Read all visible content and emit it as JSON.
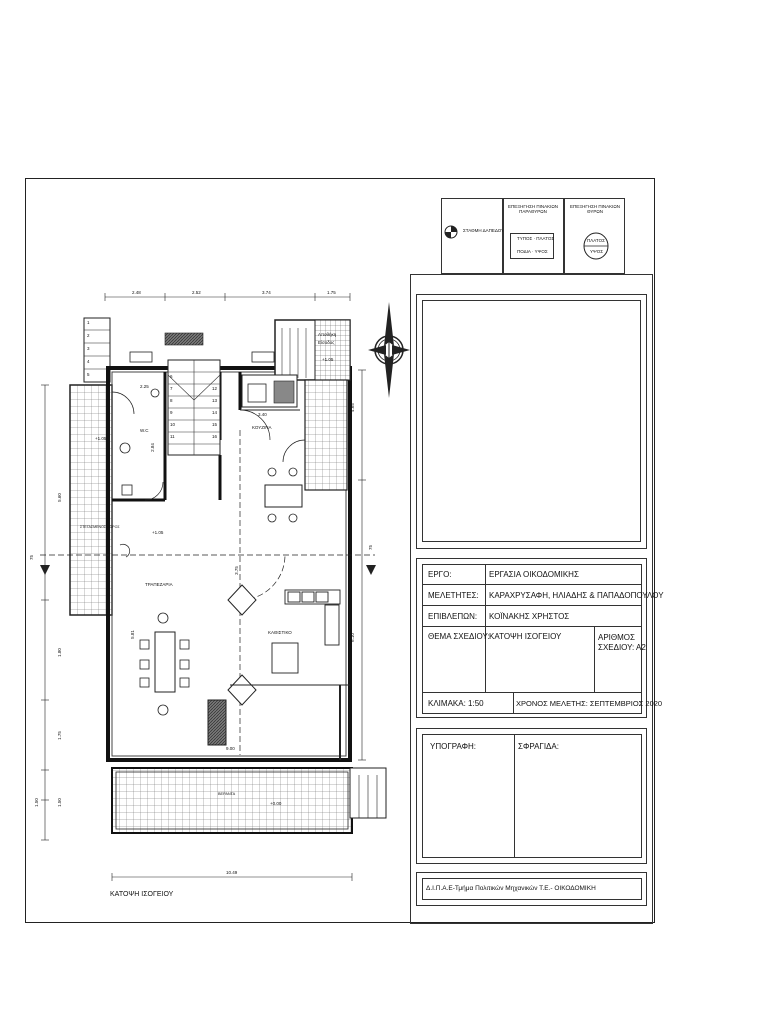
{
  "plan": {
    "title": "ΚΑΤΟΨΗ ΙΣΟΓΕΙΟΥ",
    "dims_top": [
      "2.48",
      "2.52",
      "3.74",
      "1.75"
    ],
    "dims_left": [
      "5.60",
      "1.80",
      "1.75",
      "1.50",
      "1.50"
    ],
    "dim_right": [
      "4.65",
      "6.10"
    ],
    "dim_bottom": "10.49",
    "dim_marks": [
      "75",
      "75"
    ],
    "rooms": {
      "wc": "W.C",
      "kitchen": "ΚΟΥΖΙΝΑ",
      "dining": "ΤΡΑΠΕΖΑΡΙΑ",
      "living": "ΚΑΘΙΣΤΙΚΟ",
      "porch": "ΣΤΕΓΑΣΜΕΝΟΣ ΧΩΡΟΣ",
      "storage": "Αποθήκη",
      "entrance": "Είσοδος",
      "veranda": "ΒΕΡΑΝΤΑ"
    },
    "levels": [
      "+1.05",
      "+1.05",
      "+1.05",
      "+0.00"
    ],
    "inner_dims": [
      "2.25",
      "2.84",
      "3.40",
      "3.75",
      "9.00",
      "5.81"
    ],
    "stairs": [
      "1",
      "2",
      "3",
      "4",
      "5",
      "6",
      "7",
      "8",
      "9",
      "10",
      "11",
      "12",
      "13",
      "14",
      "15",
      "16"
    ],
    "legend_left": {
      "text": "ΣΤΑΘΜΗ ΔΑΠΕΔΟΥ"
    },
    "legend_mid": {
      "title": "ΕΠΕΞΗΓΗΣΗ ΠΙΝΑΚΙΩΝ ΠΑΡΑΘΥΡΩΝ",
      "row1": "ΤΥΠΟΣ · ΠΛΑΤΟΣ",
      "row2": "ΠΟΔΙΑ · ΥΨΟΣ"
    },
    "legend_right": {
      "title": "ΕΠΕΞΗΓΗΣΗ ΠΙΝΑΚΙΩΝ ΘΥΡΩΝ",
      "row1": "ΠΛΑΤΟΣ",
      "row2": "ΥΨΟΣ"
    }
  },
  "title_block": {
    "project_label": "ΕΡΓΟ:",
    "project_value": "ΕΡΓΑΣΙΑ  ΟΙΚΟΔΟΜΙΚΗΣ",
    "authors_label": "ΜΕΛΕΤΗΤΕΣ:",
    "authors_value": "ΚΑΡΑΧΡΥΣΑΦΗ, ΗΛΙΑΔΗΣ & ΠΑΠΑΔΟΠΟΥΛΟΥ",
    "supervisor_label": "ΕΠΙΒΛΕΠΩΝ:",
    "supervisor_value": "ΚΟΪΝΑΚΗΣ ΧΡΗΣΤΟΣ",
    "subject_label": "ΘΕΜΑ ΣΧΕΔΙΟΥ:",
    "subject_value": "ΚΑΤΟΨΗ ΙΣΟΓΕΙΟΥ",
    "number_label_1": "ΑΡΙΘΜΟΣ",
    "number_label_2": "ΣΧΕΔΙΟΥ: Α2",
    "scale": "ΚΛΙΜΑΚΑ: 1:50",
    "date": "ΧΡΟΝΟΣ ΜΕΛΕΤΗΣ: ΣΕΠΤΕΜΒΡΙΟΣ 2020",
    "signature": "ΥΠΟΓΡΑΦΗ:",
    "stamp": "ΣΦΡΑΓΙΔΑ:",
    "footer": "Δ.Ι.Π.Α.Ε-Τμήμα Πολιτικών Μηχανικών Τ.Ε.- ΟΙΚΟΔΟΜΙΚΗ"
  },
  "colors": {
    "ink": "#222222",
    "hatch": "#555555",
    "paper": "#ffffff"
  },
  "icons": [
    "north-arrow-icon",
    "level-marker-icon",
    "section-marker-icon"
  ]
}
